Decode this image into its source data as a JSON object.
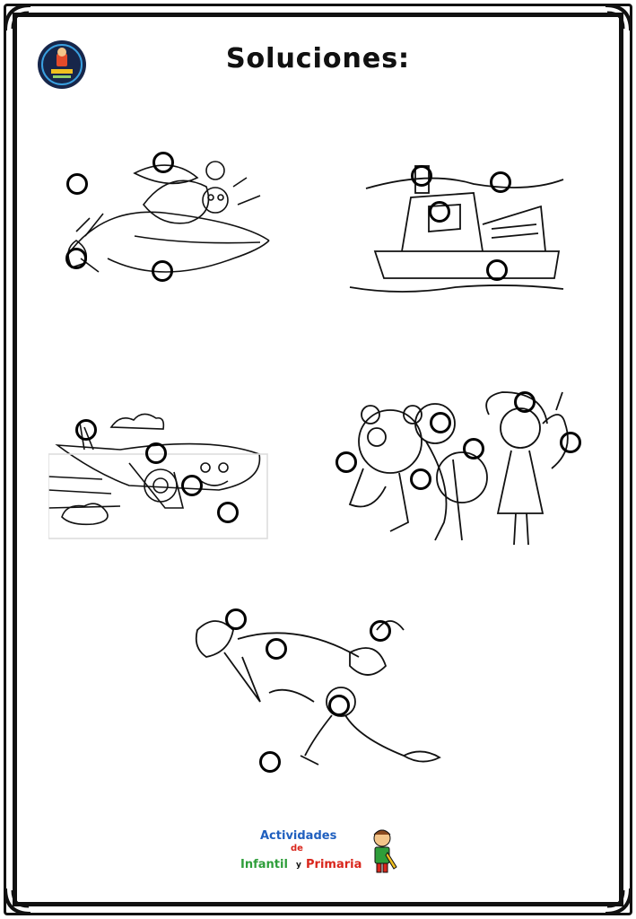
{
  "page": {
    "title": "Soluciones:"
  },
  "brand": {
    "line1": "Actividades",
    "line2": "de",
    "line3a": "Infantil",
    "line3b": "y",
    "line3c": "Primaria",
    "colors": {
      "blue": "#1f5fbf",
      "red": "#d9261c",
      "green": "#2e9e3a",
      "orange": "#f08a1c"
    }
  },
  "scenes": [
    {
      "id": "insects-leaf",
      "icon": "insect-scene-icon"
    },
    {
      "id": "boat",
      "icon": "boat-scene-icon"
    },
    {
      "id": "airplane",
      "icon": "airplane-scene-icon"
    },
    {
      "id": "toys",
      "icon": "toys-scene-icon"
    },
    {
      "id": "rabbit-carrot",
      "icon": "rabbit-scene-icon"
    }
  ]
}
